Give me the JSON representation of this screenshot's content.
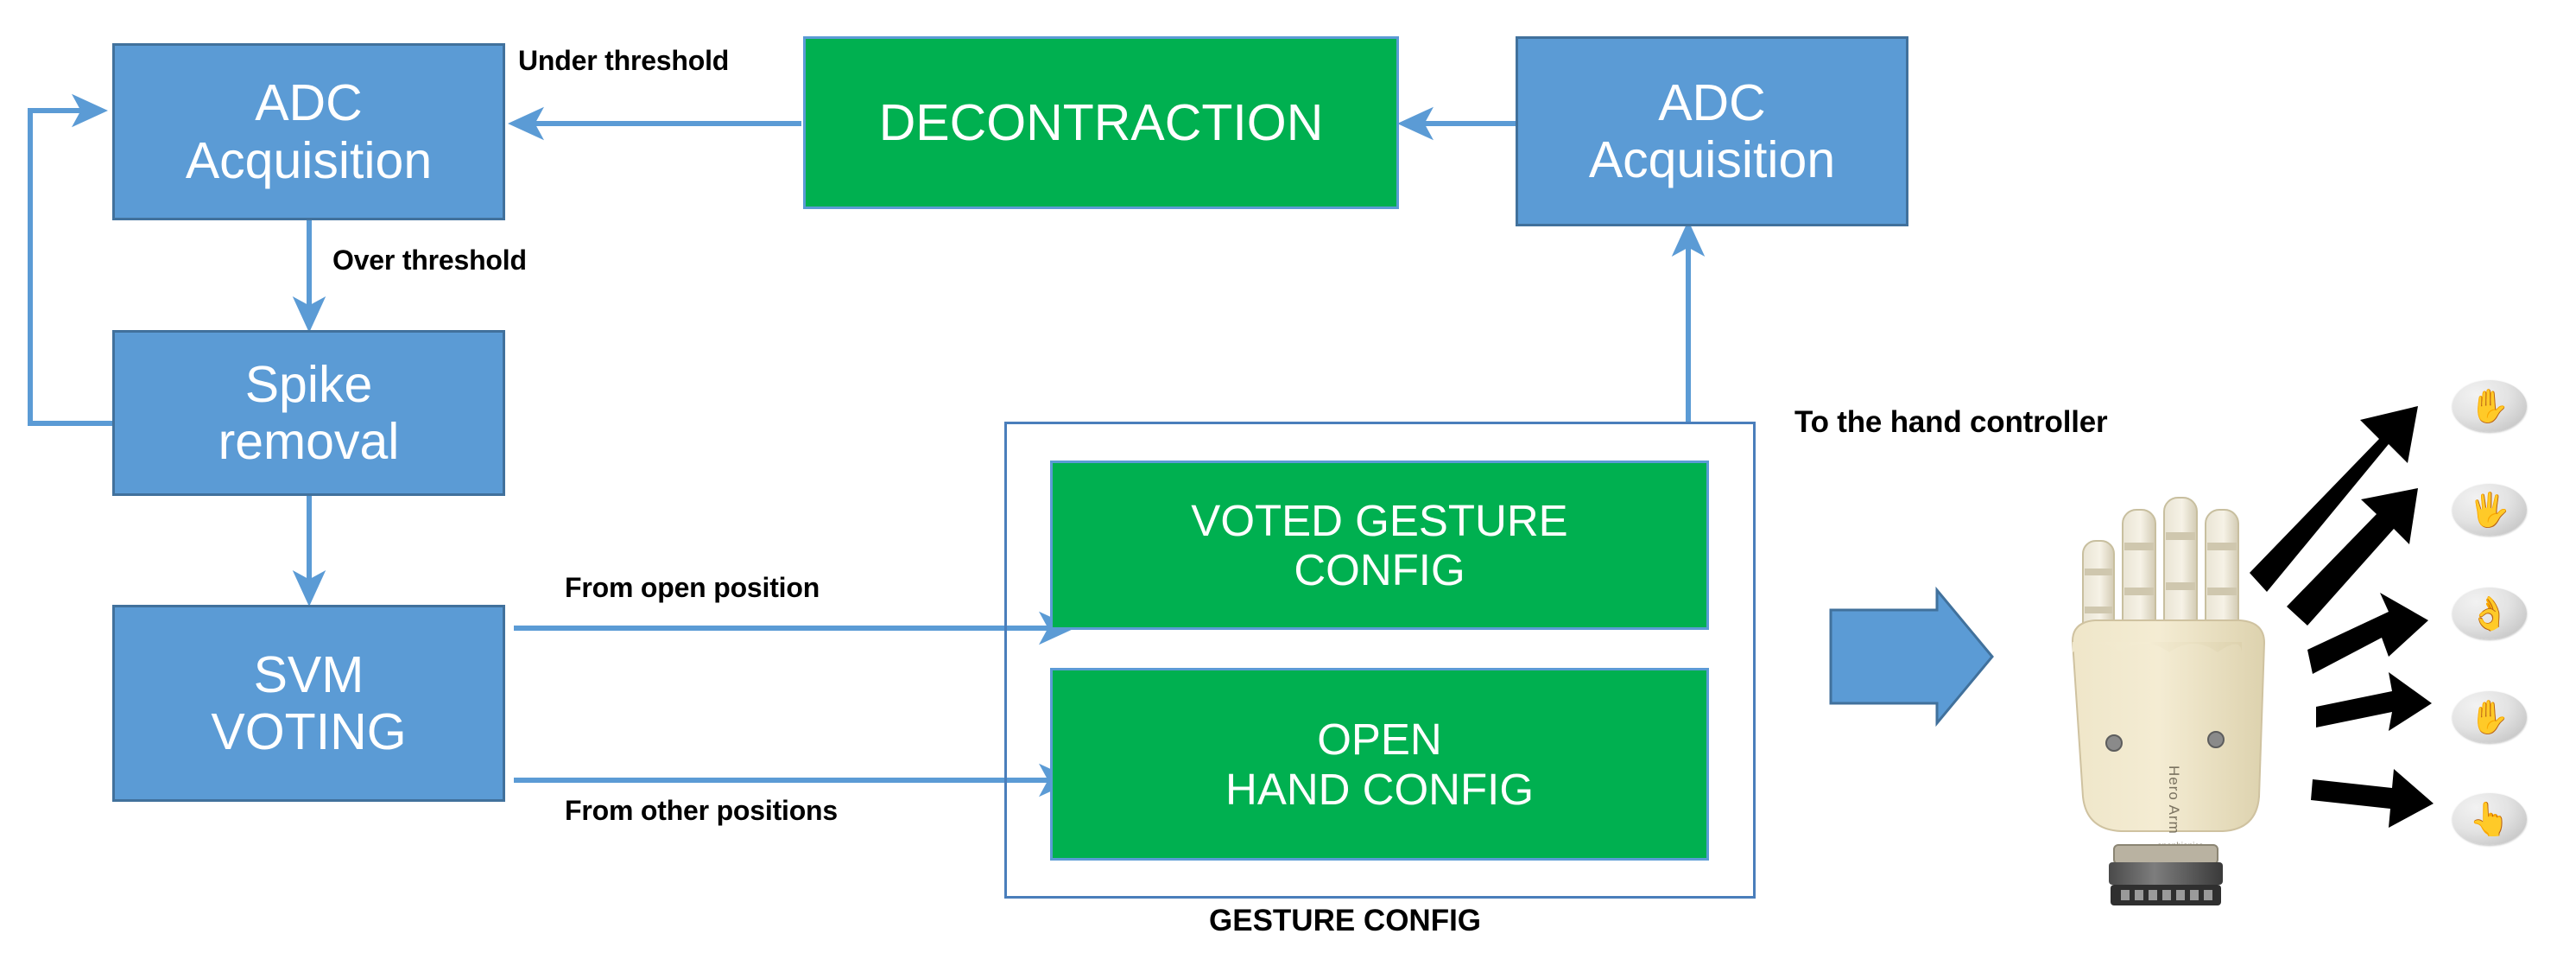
{
  "diagram": {
    "title_caption": "GESTURE CONFIG",
    "colors": {
      "block_blue_fill": "#5B9BD5",
      "block_blue_border": "#41719C",
      "block_green_fill": "#00B050",
      "block_green_border": "#5B9BD5",
      "connector_blue": "#5B9BD5",
      "group_border": "#4A7EBB",
      "label_text": "#000000",
      "block_text": "#FFFFFF",
      "gesture_arrow": "#000000"
    },
    "nodes": [
      {
        "id": "adc_left",
        "lines": [
          "ADC",
          "Acquisition"
        ],
        "type": "blue"
      },
      {
        "id": "decontraction",
        "lines": [
          "DECONTRACTION"
        ],
        "type": "green"
      },
      {
        "id": "adc_right",
        "lines": [
          "ADC",
          "Acquisition"
        ],
        "type": "blue"
      },
      {
        "id": "spike",
        "lines": [
          "Spike",
          "removal"
        ],
        "type": "blue"
      },
      {
        "id": "svm",
        "lines": [
          "SVM",
          "VOTING"
        ],
        "type": "blue"
      },
      {
        "id": "voted_cfg",
        "lines": [
          "VOTED GESTURE",
          "CONFIG"
        ],
        "type": "green"
      },
      {
        "id": "open_cfg",
        "lines": [
          "OPEN",
          "HAND CONFIG"
        ],
        "type": "green"
      }
    ],
    "edge_labels": [
      {
        "id": "under_threshold",
        "text": "Under threshold"
      },
      {
        "id": "over_threshold",
        "text": "Over threshold"
      },
      {
        "id": "from_open",
        "text": "From open position"
      },
      {
        "id": "from_other",
        "text": "From other positions"
      },
      {
        "id": "to_hand_controller",
        "text": "To the hand controller"
      }
    ],
    "gesture_outputs": [
      {
        "id": "gesture-1",
        "icon": "hand-grasp-icon"
      },
      {
        "id": "gesture-2",
        "icon": "hand-open-palm-icon"
      },
      {
        "id": "gesture-3",
        "icon": "hand-pinch-icon"
      },
      {
        "id": "gesture-4",
        "icon": "hand-spread-fingers-icon"
      },
      {
        "id": "gesture-5",
        "icon": "hand-point-icon"
      }
    ],
    "hand": {
      "label": "prosthetic-hand-photo",
      "brand_text": "Hero Arm"
    }
  }
}
